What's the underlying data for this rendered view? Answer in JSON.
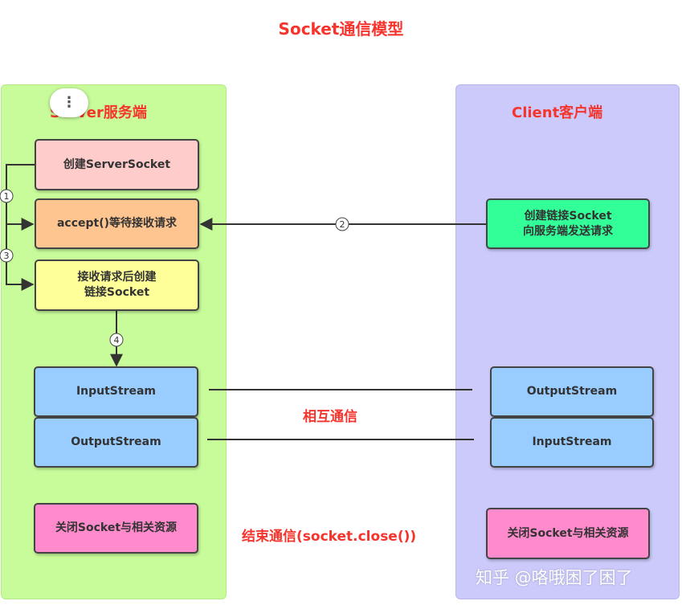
{
  "title": "Socket通信模型",
  "server": {
    "title": "Server服务端",
    "create": "创建ServerSocket",
    "accept": "accept()等待接收请求",
    "after_accept": "接收请求后创建\n链接Socket",
    "input_stream": "InputStream",
    "output_stream": "OutputStream",
    "close": "关闭Socket与相关资源"
  },
  "client": {
    "title": "Client客户端",
    "connect": "创建链接Socket\n向服务端发送请求",
    "output_stream": "OutputStream",
    "input_stream": "InputStream",
    "close": "关闭Socket与相关资源"
  },
  "steps": [
    "1",
    "2",
    "3",
    "4"
  ],
  "labels": {
    "communicate": "相互通信",
    "end": "结束通信(socket.close())"
  },
  "watermark": "知乎 @咯哦困了困了",
  "menu_icon": "⋮",
  "colors": {
    "title_red": "#f5352d",
    "server_panel": "#c8fb9a",
    "client_panel": "#cbcafb",
    "create_box": "#ffcccc",
    "accept_box": "#fec591",
    "after_accept_box": "#ffff99",
    "stream_box": "#99ccff",
    "close_box": "#ff8bcc",
    "connect_box": "#33ff99"
  }
}
